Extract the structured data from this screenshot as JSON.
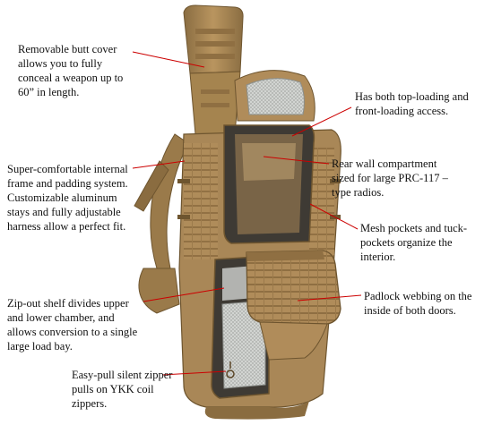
{
  "illustration": {
    "subject": "backpack-illustration",
    "colors": {
      "fabric": "#b08c5a",
      "fabric_dark": "#7d6238",
      "fabric_light": "#c9a977",
      "webbing": "#8f6f42",
      "interior": "#3e3a34",
      "mesh": "#cfd2cf",
      "leader_line": "#cc0000"
    }
  },
  "callouts": {
    "butt_cover": "Removable butt cover\nallows you to fully\nconceal a weapon up to\n60” in length.",
    "access": "Has both top-loading and\nfront-loading access.",
    "frame": "Super-comfortable internal\nframe and padding system.\nCustomizable aluminum\nstays and fully adjustable\nharness allow a perfect fit.",
    "rear_wall": "Rear wall compartment\nsized for large PRC-117 –\ntype radios.",
    "mesh_pockets": "Mesh pockets and tuck-\npockets organize the\ninterior.",
    "padlock": "Padlock webbing on the\ninside of both doors.",
    "shelf": "Zip-out shelf divides upper\nand lower chamber, and\nallows conversion to a single\nlarge load bay.",
    "zipper": "Easy-pull silent zipper\npulls on YKK coil\nzippers."
  }
}
